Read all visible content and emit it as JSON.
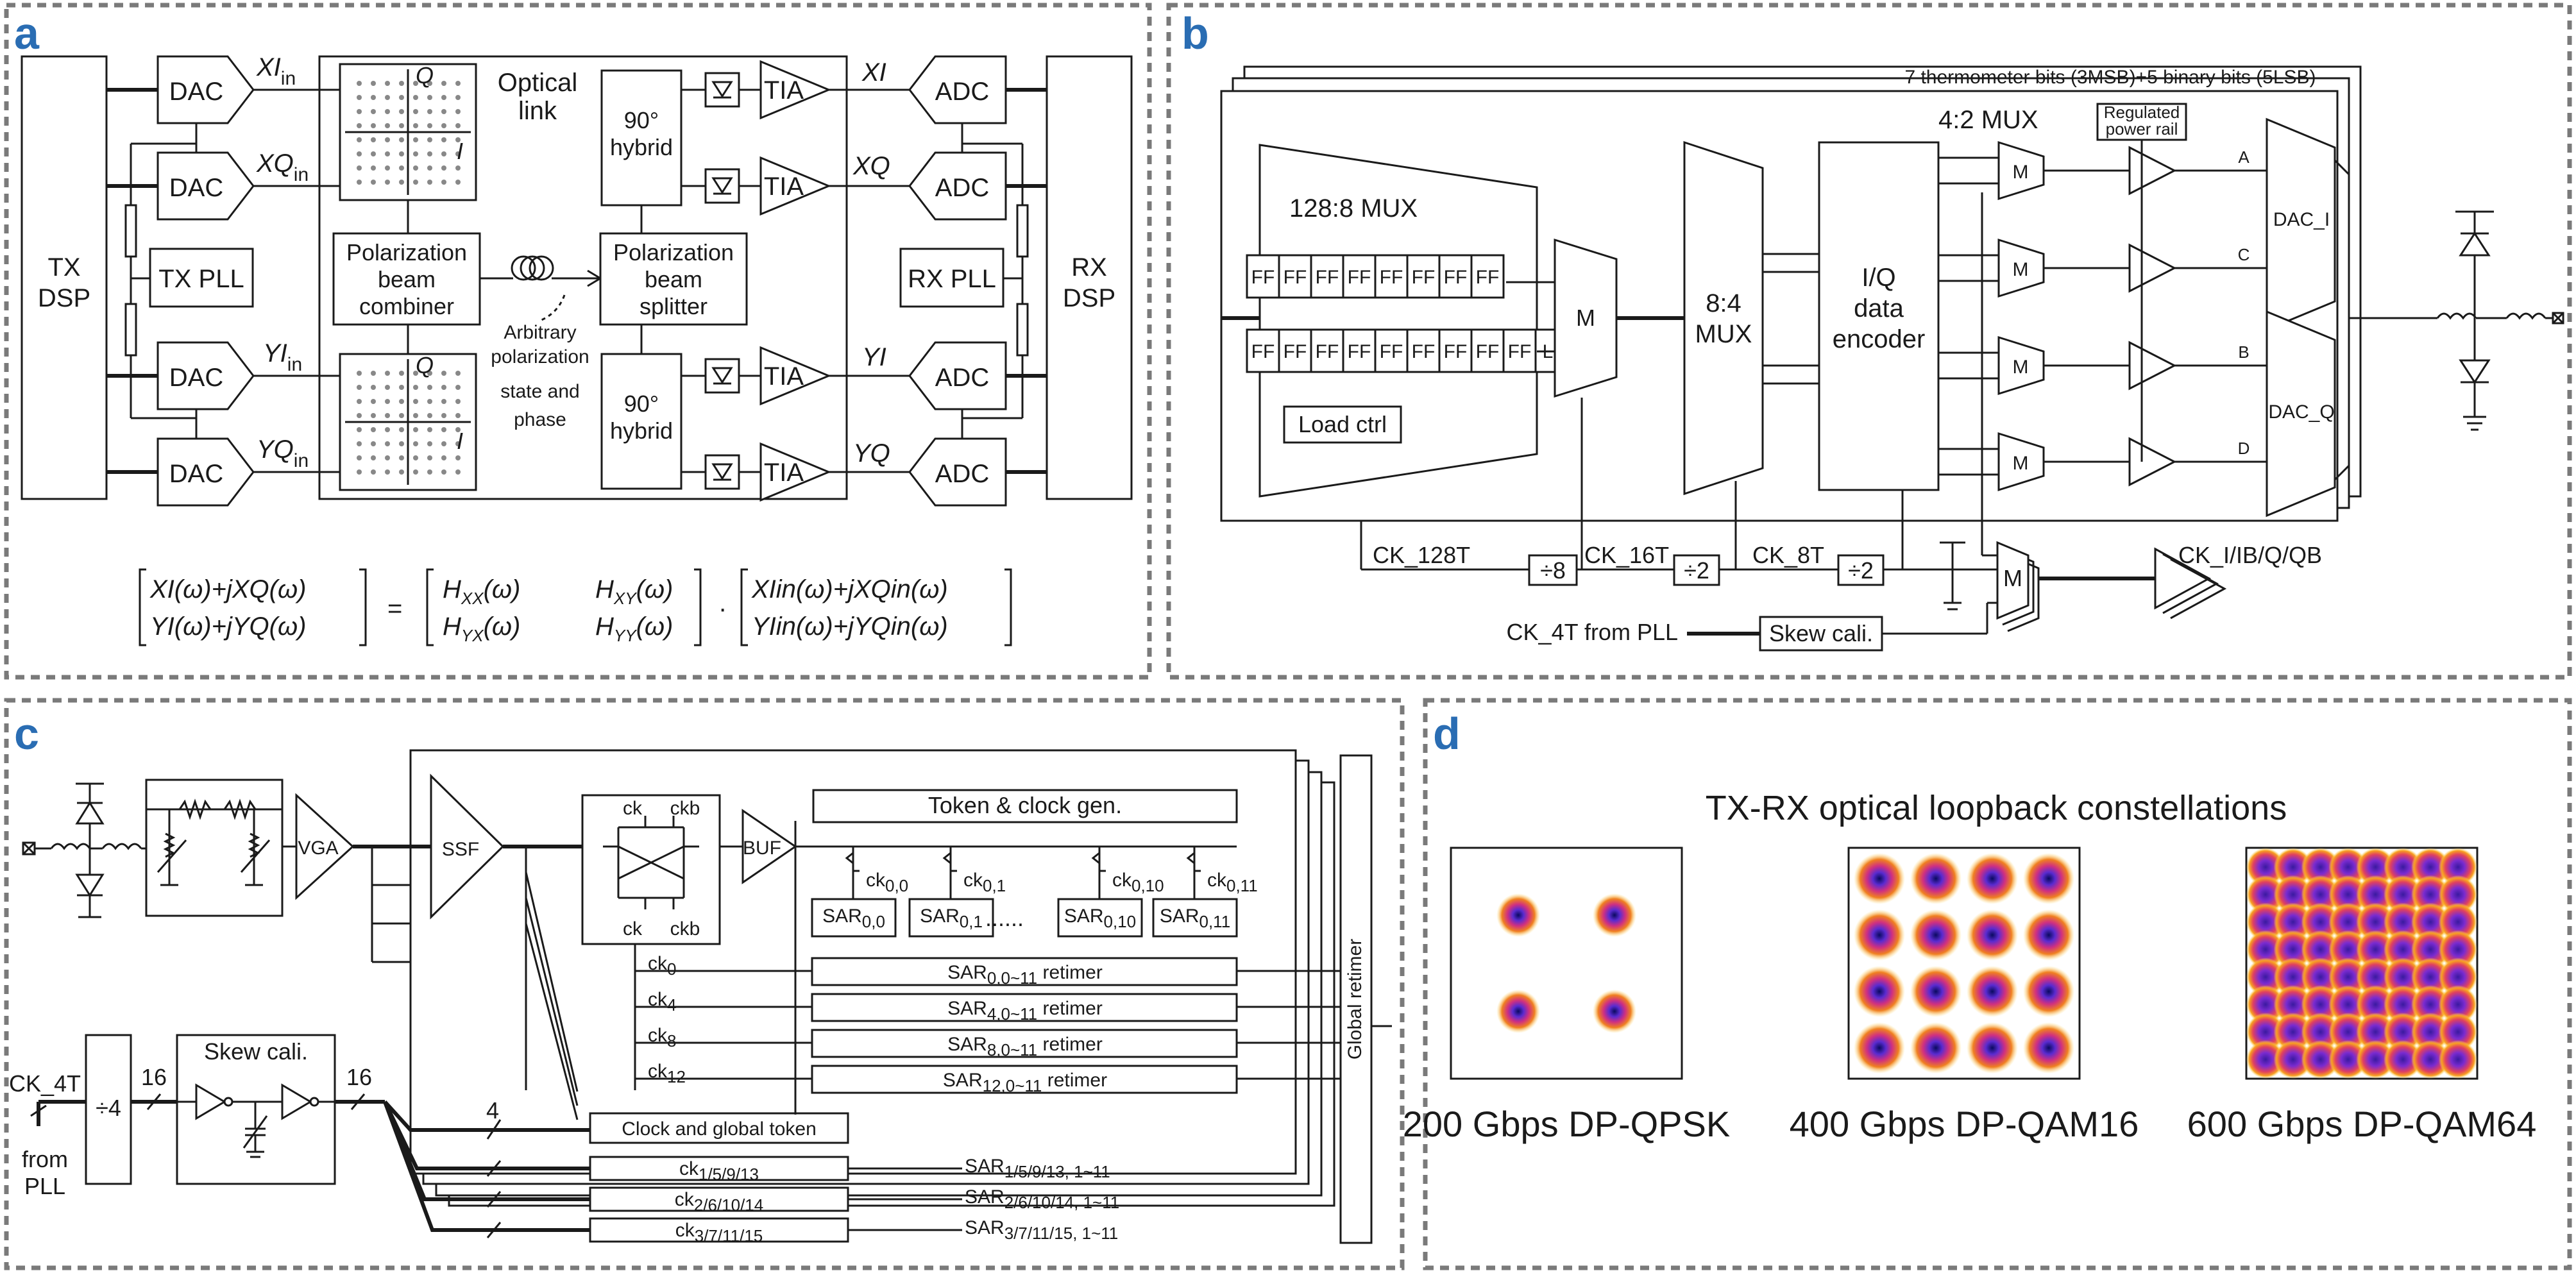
{
  "panels": {
    "a": {
      "letter": "a",
      "tx_dsp": [
        "TX",
        "DSP"
      ],
      "rx_dsp": [
        "RX",
        "DSP"
      ],
      "dac": "DAC",
      "adc": "ADC",
      "tia": "TIA",
      "tx_pll": "TX PLL",
      "rx_pll": "RX PLL",
      "inputs": [
        {
          "base": "XI",
          "sub": "in"
        },
        {
          "base": "XQ",
          "sub": "in"
        },
        {
          "base": "YI",
          "sub": "in"
        },
        {
          "base": "YQ",
          "sub": "in"
        }
      ],
      "outputs": [
        "XI",
        "XQ",
        "YI",
        "YQ"
      ],
      "optical_link": [
        "Optical",
        "link"
      ],
      "pbc": [
        "Polarization",
        "beam",
        "combiner"
      ],
      "pbs": [
        "Polarization",
        "beam",
        "splitter"
      ],
      "hybrid": [
        "90°",
        "hybrid"
      ],
      "fiber_note": [
        "Arbitrary",
        "polarization",
        "state and",
        "phase"
      ],
      "axis_q": "Q",
      "axis_i": "I",
      "equation": {
        "lhs": [
          "XI(ω)+jXQ(ω)",
          "YI(ω)+jYQ(ω)"
        ],
        "matrix": [
          [
            "H",
            "XX",
            "(ω)",
            "H",
            "XY",
            "(ω)"
          ],
          [
            "H",
            "YX",
            "(ω)",
            "H",
            "YY",
            "(ω)"
          ]
        ],
        "rhs": [
          "XIin(ω)+jXQin(ω)",
          "YIin(ω)+jYQin(ω)"
        ]
      }
    },
    "b": {
      "letter": "b",
      "therm_bits": "7 thermometer bits (3MSB)+5 binary bits (5LSB)",
      "mux_128": "128:8 MUX",
      "mux_8_4": [
        "8:4",
        "MUX"
      ],
      "mux_4_2": "4:2 MUX",
      "iq_encoder": [
        "I/Q",
        "data",
        "encoder"
      ],
      "regulated": [
        "Regulated",
        "power rail"
      ],
      "ff": "FF",
      "l": "L",
      "m": "M",
      "load_ctrl": "Load ctrl",
      "channels": [
        "A",
        "C",
        "B",
        "D"
      ],
      "dac_i": "DAC_I",
      "dac_q": "DAC_Q",
      "ck_128t": "CK_128T",
      "ck_16t": "CK_16T",
      "ck_8t": "CK_8T",
      "div8": "÷8",
      "div2": "÷2",
      "ck_iq": "CK_I/IB/Q/QB",
      "ck_4t": "CK_4T from PLL",
      "skew": "Skew cali."
    },
    "c": {
      "letter": "c",
      "vga": "VGA",
      "ssf": "SSF",
      "buf": "BUF",
      "ck": "ck",
      "ckb": "ckb",
      "token_gen": "Token & clock gen.",
      "sars": [
        [
          "SAR",
          "0,0"
        ],
        [
          "SAR",
          "0,1"
        ],
        [
          "SAR",
          "0,10"
        ],
        [
          "SAR",
          "0,11"
        ]
      ],
      "cks_top": [
        [
          "ck",
          "0,0"
        ],
        [
          "ck",
          "0,1"
        ],
        [
          "ck",
          "0,10"
        ],
        [
          "ck",
          "0,11"
        ]
      ],
      "dots": "......",
      "retimers": [
        {
          "ck": [
            "ck",
            "0"
          ],
          "sar": [
            "SAR",
            "0,0~11",
            " retimer"
          ]
        },
        {
          "ck": [
            "ck",
            "4"
          ],
          "sar": [
            "SAR",
            "4,0~11",
            " retimer"
          ]
        },
        {
          "ck": [
            "ck",
            "8"
          ],
          "sar": [
            "SAR",
            "8,0~11",
            " retimer"
          ]
        },
        {
          "ck": [
            "ck",
            "12"
          ],
          "sar": [
            "SAR",
            "12,0~11",
            " retimer"
          ]
        }
      ],
      "global_retimer": "Global retimer",
      "ck_4t": "CK_4T",
      "from_pll": [
        "from",
        "PLL"
      ],
      "div4": "÷4",
      "n16": "16",
      "n4": "4",
      "skew": "Skew cali.",
      "clock_global": "Clock and global token",
      "bottom_rows": [
        {
          "ck": [
            "ck",
            "1/5/9/13"
          ],
          "sar": [
            "SAR",
            "1/5/9/13, 1~11"
          ]
        },
        {
          "ck": [
            "ck",
            "2/6/10/14"
          ],
          "sar": [
            "SAR",
            "2/6/10/14, 1~11"
          ]
        },
        {
          "ck": [
            "ck",
            "3/7/11/15"
          ],
          "sar": [
            "SAR",
            "3/7/11/15, 1~11"
          ]
        }
      ]
    },
    "d": {
      "letter": "d",
      "title": "TX-RX optical loopback constellations",
      "constellations": [
        {
          "label": "200 Gbps DP-QPSK",
          "order": 2
        },
        {
          "label": "400 Gbps DP-QAM16",
          "order": 4
        },
        {
          "label": "600 Gbps DP-QAM64",
          "order": 8
        }
      ]
    }
  }
}
